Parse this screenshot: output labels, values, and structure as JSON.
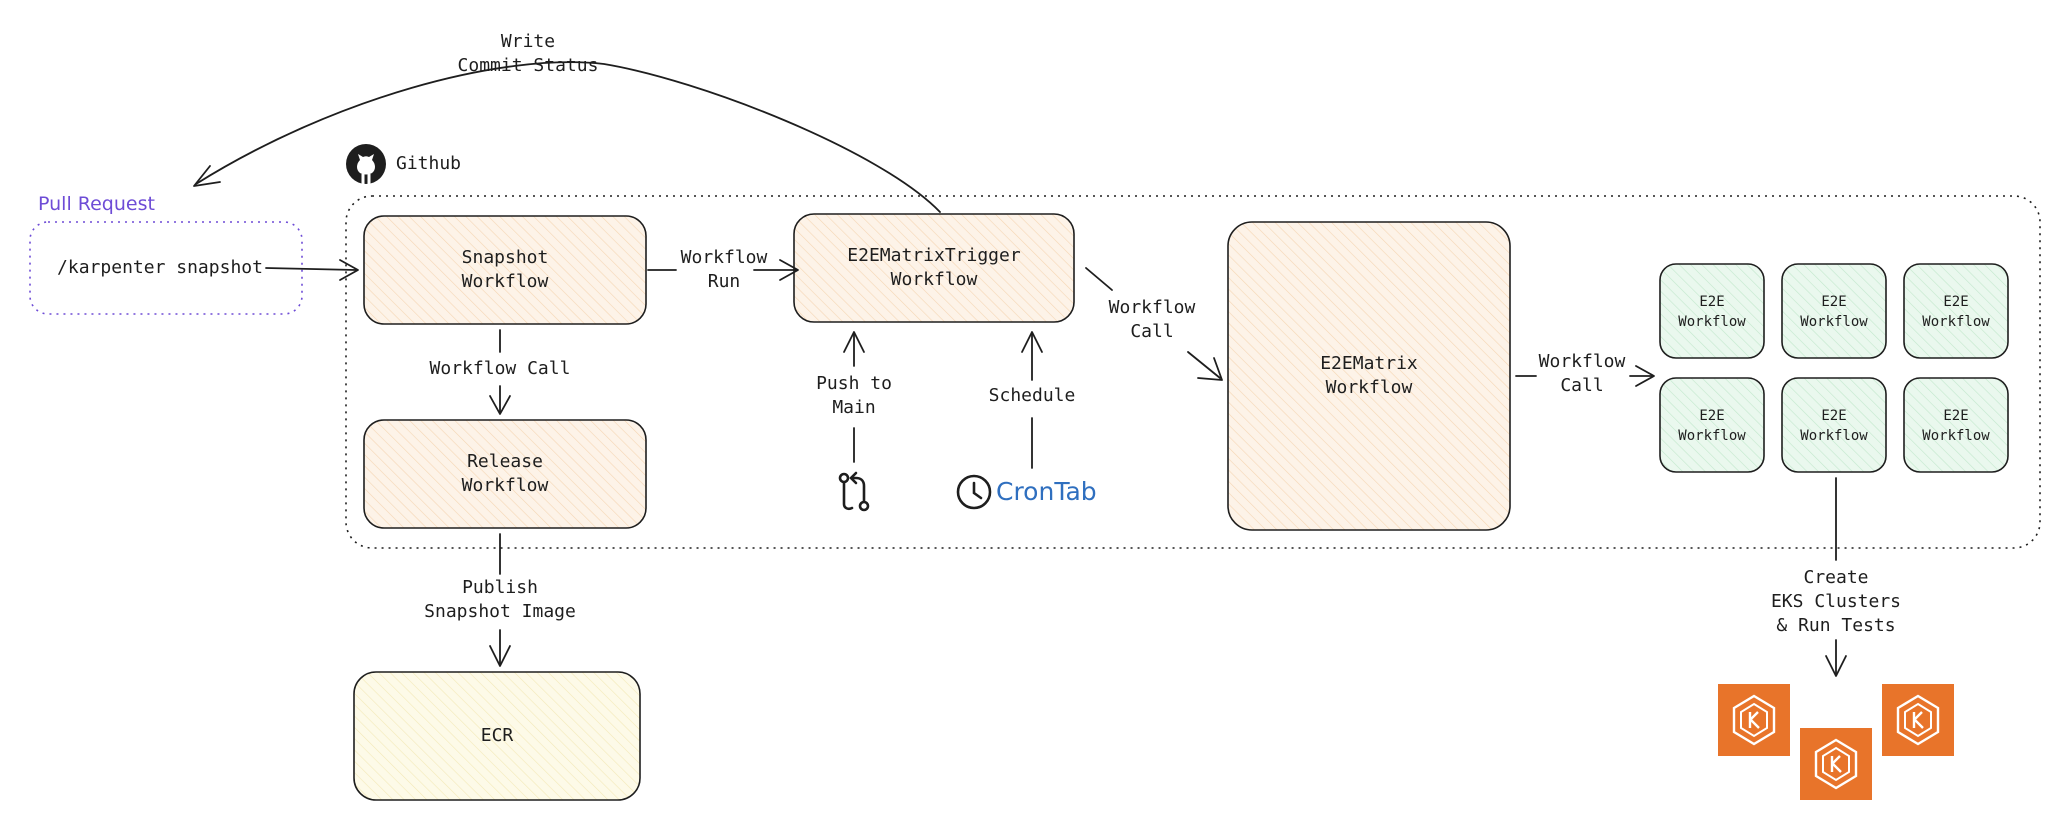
{
  "header": {
    "write_status": "Write\nCommit Status",
    "github": "Github",
    "pull_request": "Pull Request"
  },
  "nodes": {
    "pr_command": "/karpenter snapshot",
    "snapshot": "Snapshot\nWorkflow",
    "release": "Release\nWorkflow",
    "ecr": "ECR",
    "trigger": "E2EMatrixTrigger\nWorkflow",
    "matrix": "E2EMatrix\nWorkflow",
    "e2e": [
      "E2E\nWorkflow",
      "E2E\nWorkflow",
      "E2E\nWorkflow",
      "E2E\nWorkflow",
      "E2E\nWorkflow",
      "E2E\nWorkflow"
    ],
    "crontab": "CronTab"
  },
  "edges": {
    "workflow_run": "Workflow\nRun",
    "workflow_call_release": "Workflow Call",
    "publish": "Publish\nSnapshot Image",
    "push_main": "Push to\nMain",
    "schedule": "Schedule",
    "workflow_call_matrix": "Workflow\nCall",
    "workflow_call_e2e": "Workflow\nCall",
    "create_eks": "Create\nEKS Clusters\n& Run Tests"
  },
  "colors": {
    "workflow_fill": "#fdf0e3",
    "ecr_fill": "#fdf8e0",
    "e2e_fill": "#e5f6ea",
    "pr_border": "#6e4cd6",
    "crontab": "#2f6fbf",
    "eks": "#e8742a"
  }
}
